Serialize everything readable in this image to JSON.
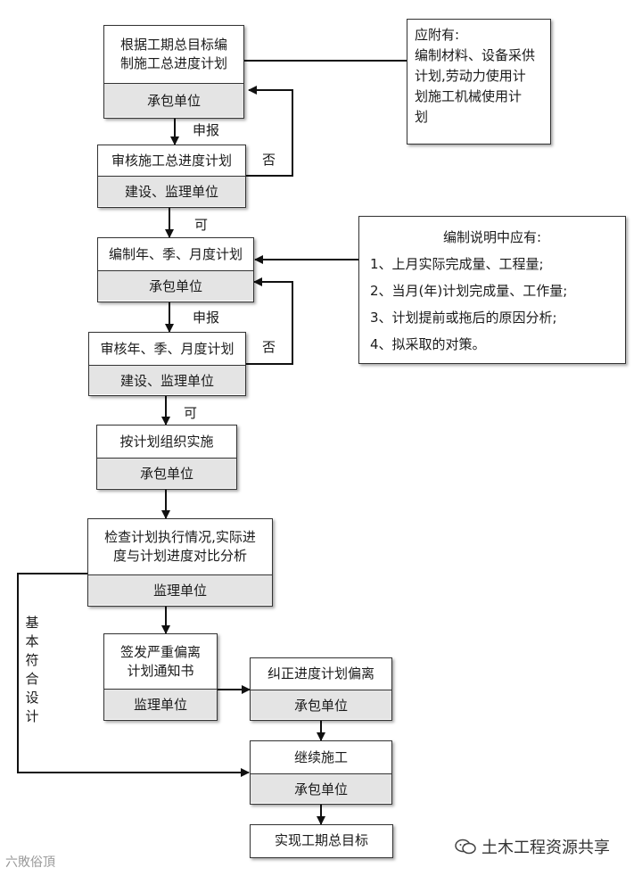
{
  "boxes": {
    "b1": {
      "top": "根据工期总目标编\n制施工总进度计划",
      "bottom": "承包单位"
    },
    "b2": {
      "top": "审核施工总进度计划",
      "bottom": "建设、监理单位"
    },
    "b3": {
      "top": "编制年、季、月度计划",
      "bottom": "承包单位"
    },
    "b4": {
      "top": "审核年、季、月度计划",
      "bottom": "建设、监理单位"
    },
    "b5": {
      "top": "按计划组织实施",
      "bottom": "承包单位"
    },
    "b6": {
      "top": "检查计划执行情况,实际进\n度与计划进度对比分析",
      "bottom": "监理单位"
    },
    "b7": {
      "top": "签发严重偏离\n计划通知书",
      "bottom": "监理单位"
    },
    "b8": {
      "top": "纠正进度计划偏离",
      "bottom": "承包单位"
    },
    "b9": {
      "top": "继续施工",
      "bottom": "承包单位"
    },
    "b10": {
      "top": "实现工期总目标"
    }
  },
  "notes": {
    "n1": {
      "lines": [
        "应附有:",
        "编制材料、设备采供",
        "计划,劳动力使用计",
        "划施工机械使用计",
        "划"
      ]
    },
    "n2": {
      "title": "编制说明中应有:",
      "items": [
        "1、上月实际完成量、工程量;",
        "2、当月(年)计划完成量、工作量;",
        "3、计划提前或拖后的原因分析;",
        "4、拟采取的对策。"
      ]
    }
  },
  "labels": {
    "shenbao1": "申报",
    "fou1": "否",
    "ke1": "可",
    "shenbao2": "申报",
    "fou2": "否",
    "ke2": "可",
    "basic": [
      "基",
      "本",
      "符",
      "合",
      "设",
      "计"
    ]
  },
  "watermarks": {
    "left": "六敗俗頂",
    "right": "土木工程资源共享"
  }
}
